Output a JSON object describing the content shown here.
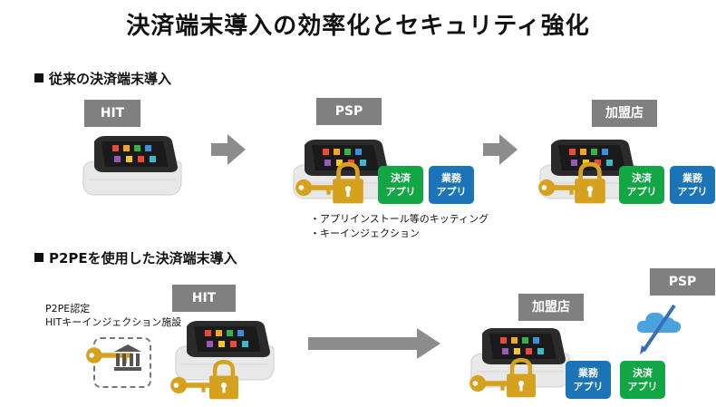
{
  "title": "決済端末導入の効率化とセキュリティ強化",
  "section1": {
    "heading": "従来の決済端末導入",
    "hit_label": "HIT",
    "psp_label": "PSP",
    "merchant_label": "加盟店",
    "app_payment": [
      "決済",
      "アプリ"
    ],
    "app_business": [
      "業務",
      "アプリ"
    ],
    "notes": [
      "・アプリインストール等のキッティング",
      "・キーインジェクション"
    ]
  },
  "section2": {
    "heading": "P2PEを使用した決済端末導入",
    "hit_label": "HIT",
    "psp_label": "PSP",
    "merchant_label": "加盟店",
    "cert_lines": [
      "P2PE認定",
      "HITキーインジェクション施設"
    ],
    "app_business": [
      "業務",
      "アプリ"
    ],
    "app_payment": [
      "決済",
      "アプリ"
    ]
  },
  "colors": {
    "label_gray": "#808080",
    "payment_green": "#12a644",
    "business_blue": "#1c74b8",
    "key_gold": "#d6a21e",
    "arrow_gray": "#8c8c8c"
  },
  "icons": [
    "payment-terminal-icon",
    "key-icon",
    "padlock-icon",
    "arrow-right-icon",
    "bank-icon",
    "cloud-icon",
    "pen-icon"
  ]
}
